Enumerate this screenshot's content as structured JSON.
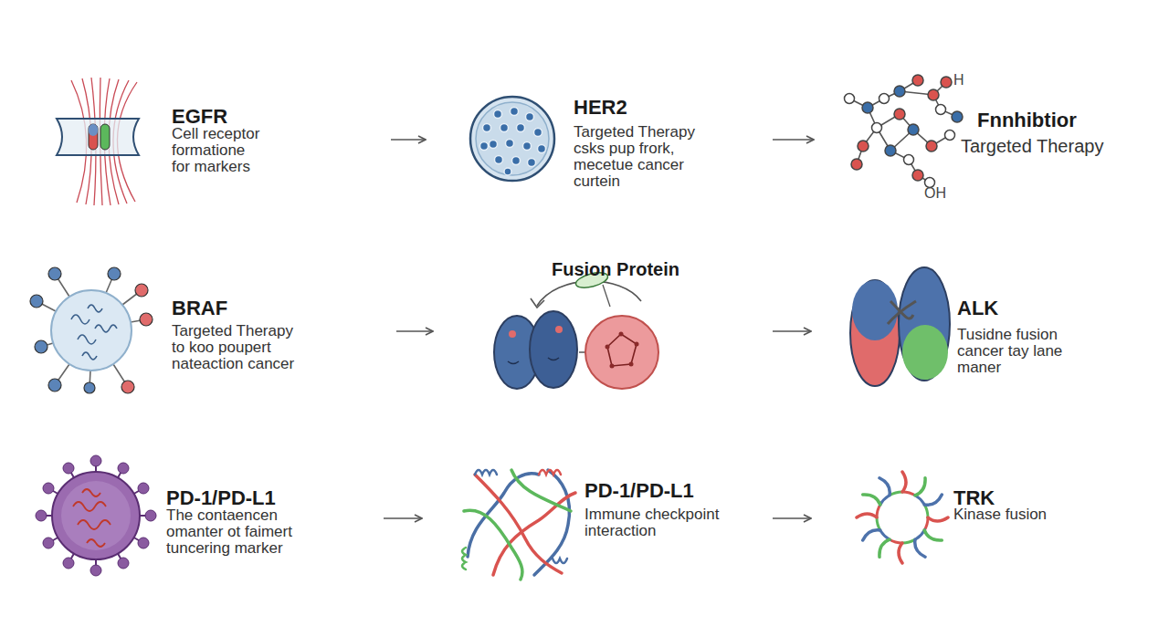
{
  "diagram": {
    "nodes": [
      {
        "text": [
          "EGFR",
          "Cell receptor formatione for markers"
        ]
      },
      {
        "text": [
          "HER2",
          "Targeted Therapy csks pup frork, mecetue cancer curtein"
        ]
      },
      {
        "text": [
          "Fnnhibtior",
          "Targeted Therapy"
        ]
      },
      {
        "text": [
          "BRAF",
          "Targeted Therapy to koo poupert nateaction cancer"
        ]
      },
      {
        "text": [
          "Fusion Protein"
        ]
      },
      {
        "text": [
          "ALK",
          "Tusidne fusion cancer tay lane maner"
        ]
      },
      {
        "text": [
          "PD-1/PD-L1",
          "The contaencen omanter ot faimert tuncering marker"
        ]
      },
      {
        "text": [
          "PD-1/PD-L1",
          "Immune checkpoint interaction"
        ]
      },
      {
        "text": [
          "TRK",
          "Kinase fusion"
        ]
      }
    ],
    "edges": [
      {
        "from": 0,
        "to": 1,
        "arrow": "to"
      },
      {
        "from": 1,
        "to": 2,
        "arrow": "to"
      },
      {
        "from": 3,
        "to": 4,
        "arrow": "to"
      },
      {
        "from": 4,
        "to": 5,
        "arrow": "to"
      },
      {
        "from": 6,
        "to": 7,
        "arrow": "to"
      },
      {
        "from": 7,
        "to": 8,
        "arrow": "to"
      }
    ],
    "labels": [
      "H",
      "OH"
    ]
  }
}
